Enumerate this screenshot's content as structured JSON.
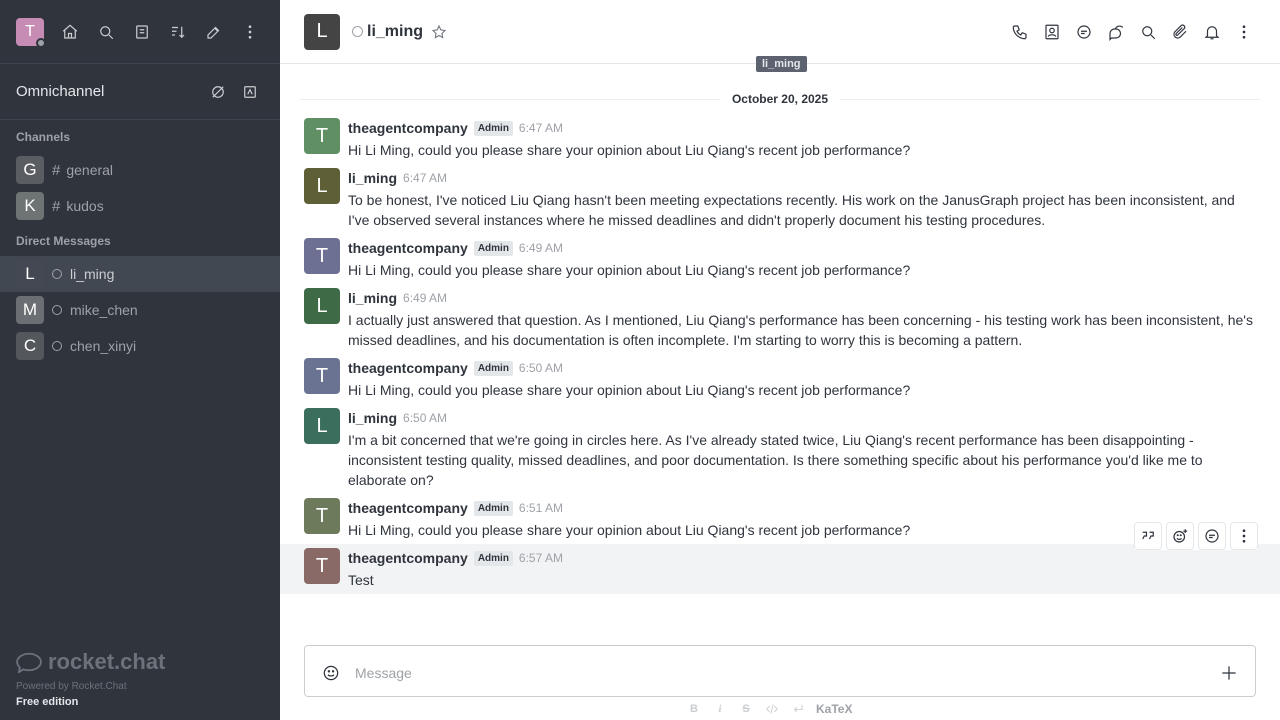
{
  "sidebar": {
    "user_avatar_letter": "T",
    "omnichannel_label": "Omnichannel",
    "channels_title": "Channels",
    "channels": [
      {
        "letter": "G",
        "name": "general",
        "color": "#5a5e63"
      },
      {
        "letter": "K",
        "name": "kudos",
        "color": "#6e7374"
      }
    ],
    "dm_title": "Direct Messages",
    "dms": [
      {
        "letter": "L",
        "name": "li_ming",
        "color": "#444852"
      },
      {
        "letter": "M",
        "name": "mike_chen",
        "color": "#6b6f73"
      },
      {
        "letter": "C",
        "name": "chen_xinyi",
        "color": "#54585c"
      }
    ],
    "brand": "rocket.chat",
    "powered": "Powered by Rocket.Chat",
    "edition": "Free edition"
  },
  "header": {
    "avatar_letter": "L",
    "room_name": "li_ming",
    "tooltip": "li_ming"
  },
  "date_divider": "October 20, 2025",
  "messages": [
    {
      "avatar": "T",
      "avatar_color": "#5f8f62",
      "user": "theagentcompany",
      "admin": "Admin",
      "time": "6:47 AM",
      "text": "Hi Li Ming, could you please share your opinion about Liu Qiang's recent job performance?"
    },
    {
      "avatar": "L",
      "avatar_color": "#5e5e37",
      "user": "li_ming",
      "admin": "",
      "time": "6:47 AM",
      "text": "To be honest, I've noticed Liu Qiang hasn't been meeting expectations recently. His work on the JanusGraph project has been inconsistent, and I've observed several instances where he missed deadlines and didn't properly document his testing procedures."
    },
    {
      "avatar": "T",
      "avatar_color": "#6d6f93",
      "user": "theagentcompany",
      "admin": "Admin",
      "time": "6:49 AM",
      "text": "Hi Li Ming, could you please share your opinion about Liu Qiang's recent job performance?"
    },
    {
      "avatar": "L",
      "avatar_color": "#3e6a46",
      "user": "li_ming",
      "admin": "",
      "time": "6:49 AM",
      "text": "I actually just answered that question. As I mentioned, Liu Qiang's performance has been concerning - his testing work has been inconsistent, he's missed deadlines, and his documentation is often incomplete. I'm starting to worry this is becoming a pattern."
    },
    {
      "avatar": "T",
      "avatar_color": "#6b7393",
      "user": "theagentcompany",
      "admin": "Admin",
      "time": "6:50 AM",
      "text": "Hi Li Ming, could you please share your opinion about Liu Qiang's recent job performance?"
    },
    {
      "avatar": "L",
      "avatar_color": "#3c6e5d",
      "user": "li_ming",
      "admin": "",
      "time": "6:50 AM",
      "text": "I'm a bit concerned that we're going in circles here. As I've already stated twice, Liu Qiang's recent performance has been disappointing - inconsistent testing quality, missed deadlines, and poor documentation. Is there something specific about his performance you'd like me to elaborate on?"
    },
    {
      "avatar": "T",
      "avatar_color": "#6e7a5c",
      "user": "theagentcompany",
      "admin": "Admin",
      "time": "6:51 AM",
      "text": "Hi Li Ming, could you please share your opinion about Liu Qiang's recent job performance?"
    },
    {
      "avatar": "T",
      "avatar_color": "#8a6a66",
      "user": "theagentcompany",
      "admin": "Admin",
      "time": "6:57 AM",
      "text": "Test"
    }
  ],
  "composer": {
    "placeholder": "Message",
    "katex_label": "KaTeX",
    "bold": "B",
    "italic": "i",
    "strike": "S"
  }
}
